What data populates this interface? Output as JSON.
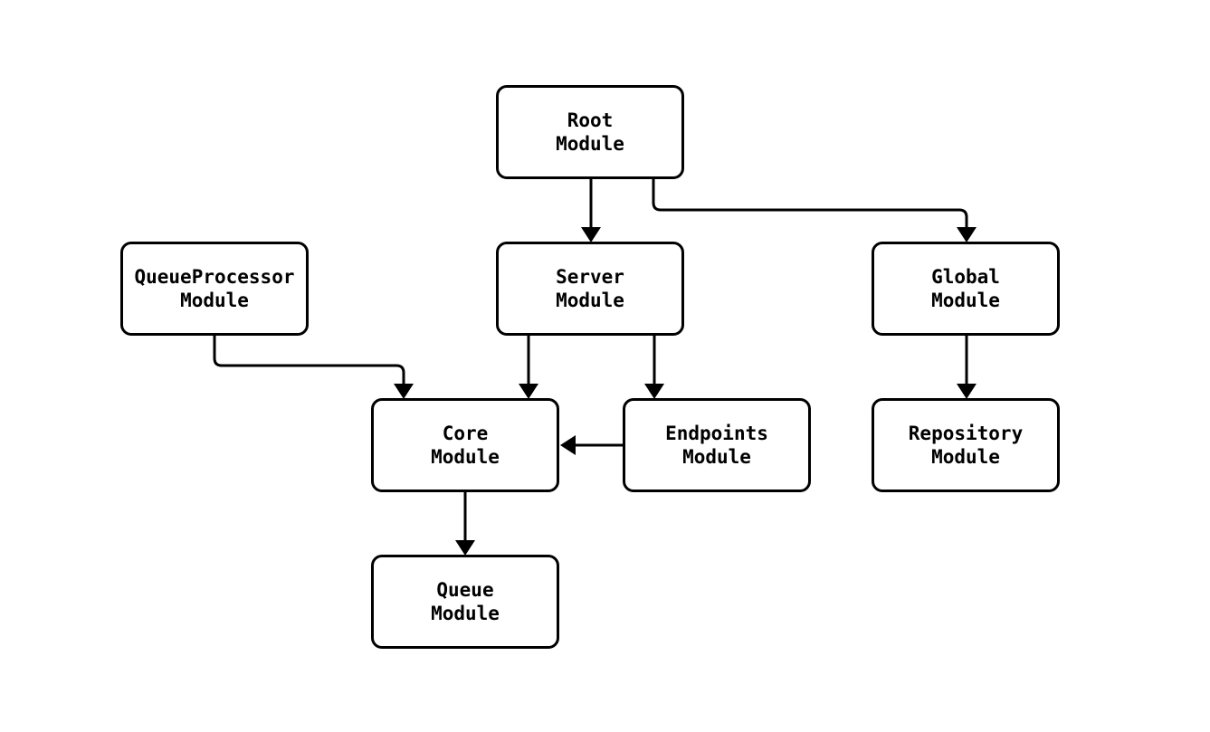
{
  "diagram": {
    "type": "module-dependency-graph",
    "background_color": "#ffffff",
    "stroke_color": "#000000",
    "node_fill_color": "#ffffff",
    "nodes": {
      "root": {
        "label": "Root\nModule"
      },
      "queueprocessor": {
        "label": "QueueProcessor\nModule"
      },
      "server": {
        "label": "Server\nModule"
      },
      "global": {
        "label": "Global\nModule"
      },
      "core": {
        "label": "Core\nModule"
      },
      "endpoints": {
        "label": "Endpoints\nModule"
      },
      "repository": {
        "label": "Repository\nModule"
      },
      "queue": {
        "label": "Queue\nModule"
      }
    },
    "edges": [
      {
        "from": "Root Module",
        "to": "Server Module"
      },
      {
        "from": "Root Module",
        "to": "Global Module"
      },
      {
        "from": "QueueProcessor Module",
        "to": "Core Module"
      },
      {
        "from": "Server Module",
        "to": "Core Module"
      },
      {
        "from": "Server Module",
        "to": "Endpoints Module"
      },
      {
        "from": "Endpoints Module",
        "to": "Core Module"
      },
      {
        "from": "Global Module",
        "to": "Repository Module"
      },
      {
        "from": "Core Module",
        "to": "Queue Module"
      }
    ]
  }
}
